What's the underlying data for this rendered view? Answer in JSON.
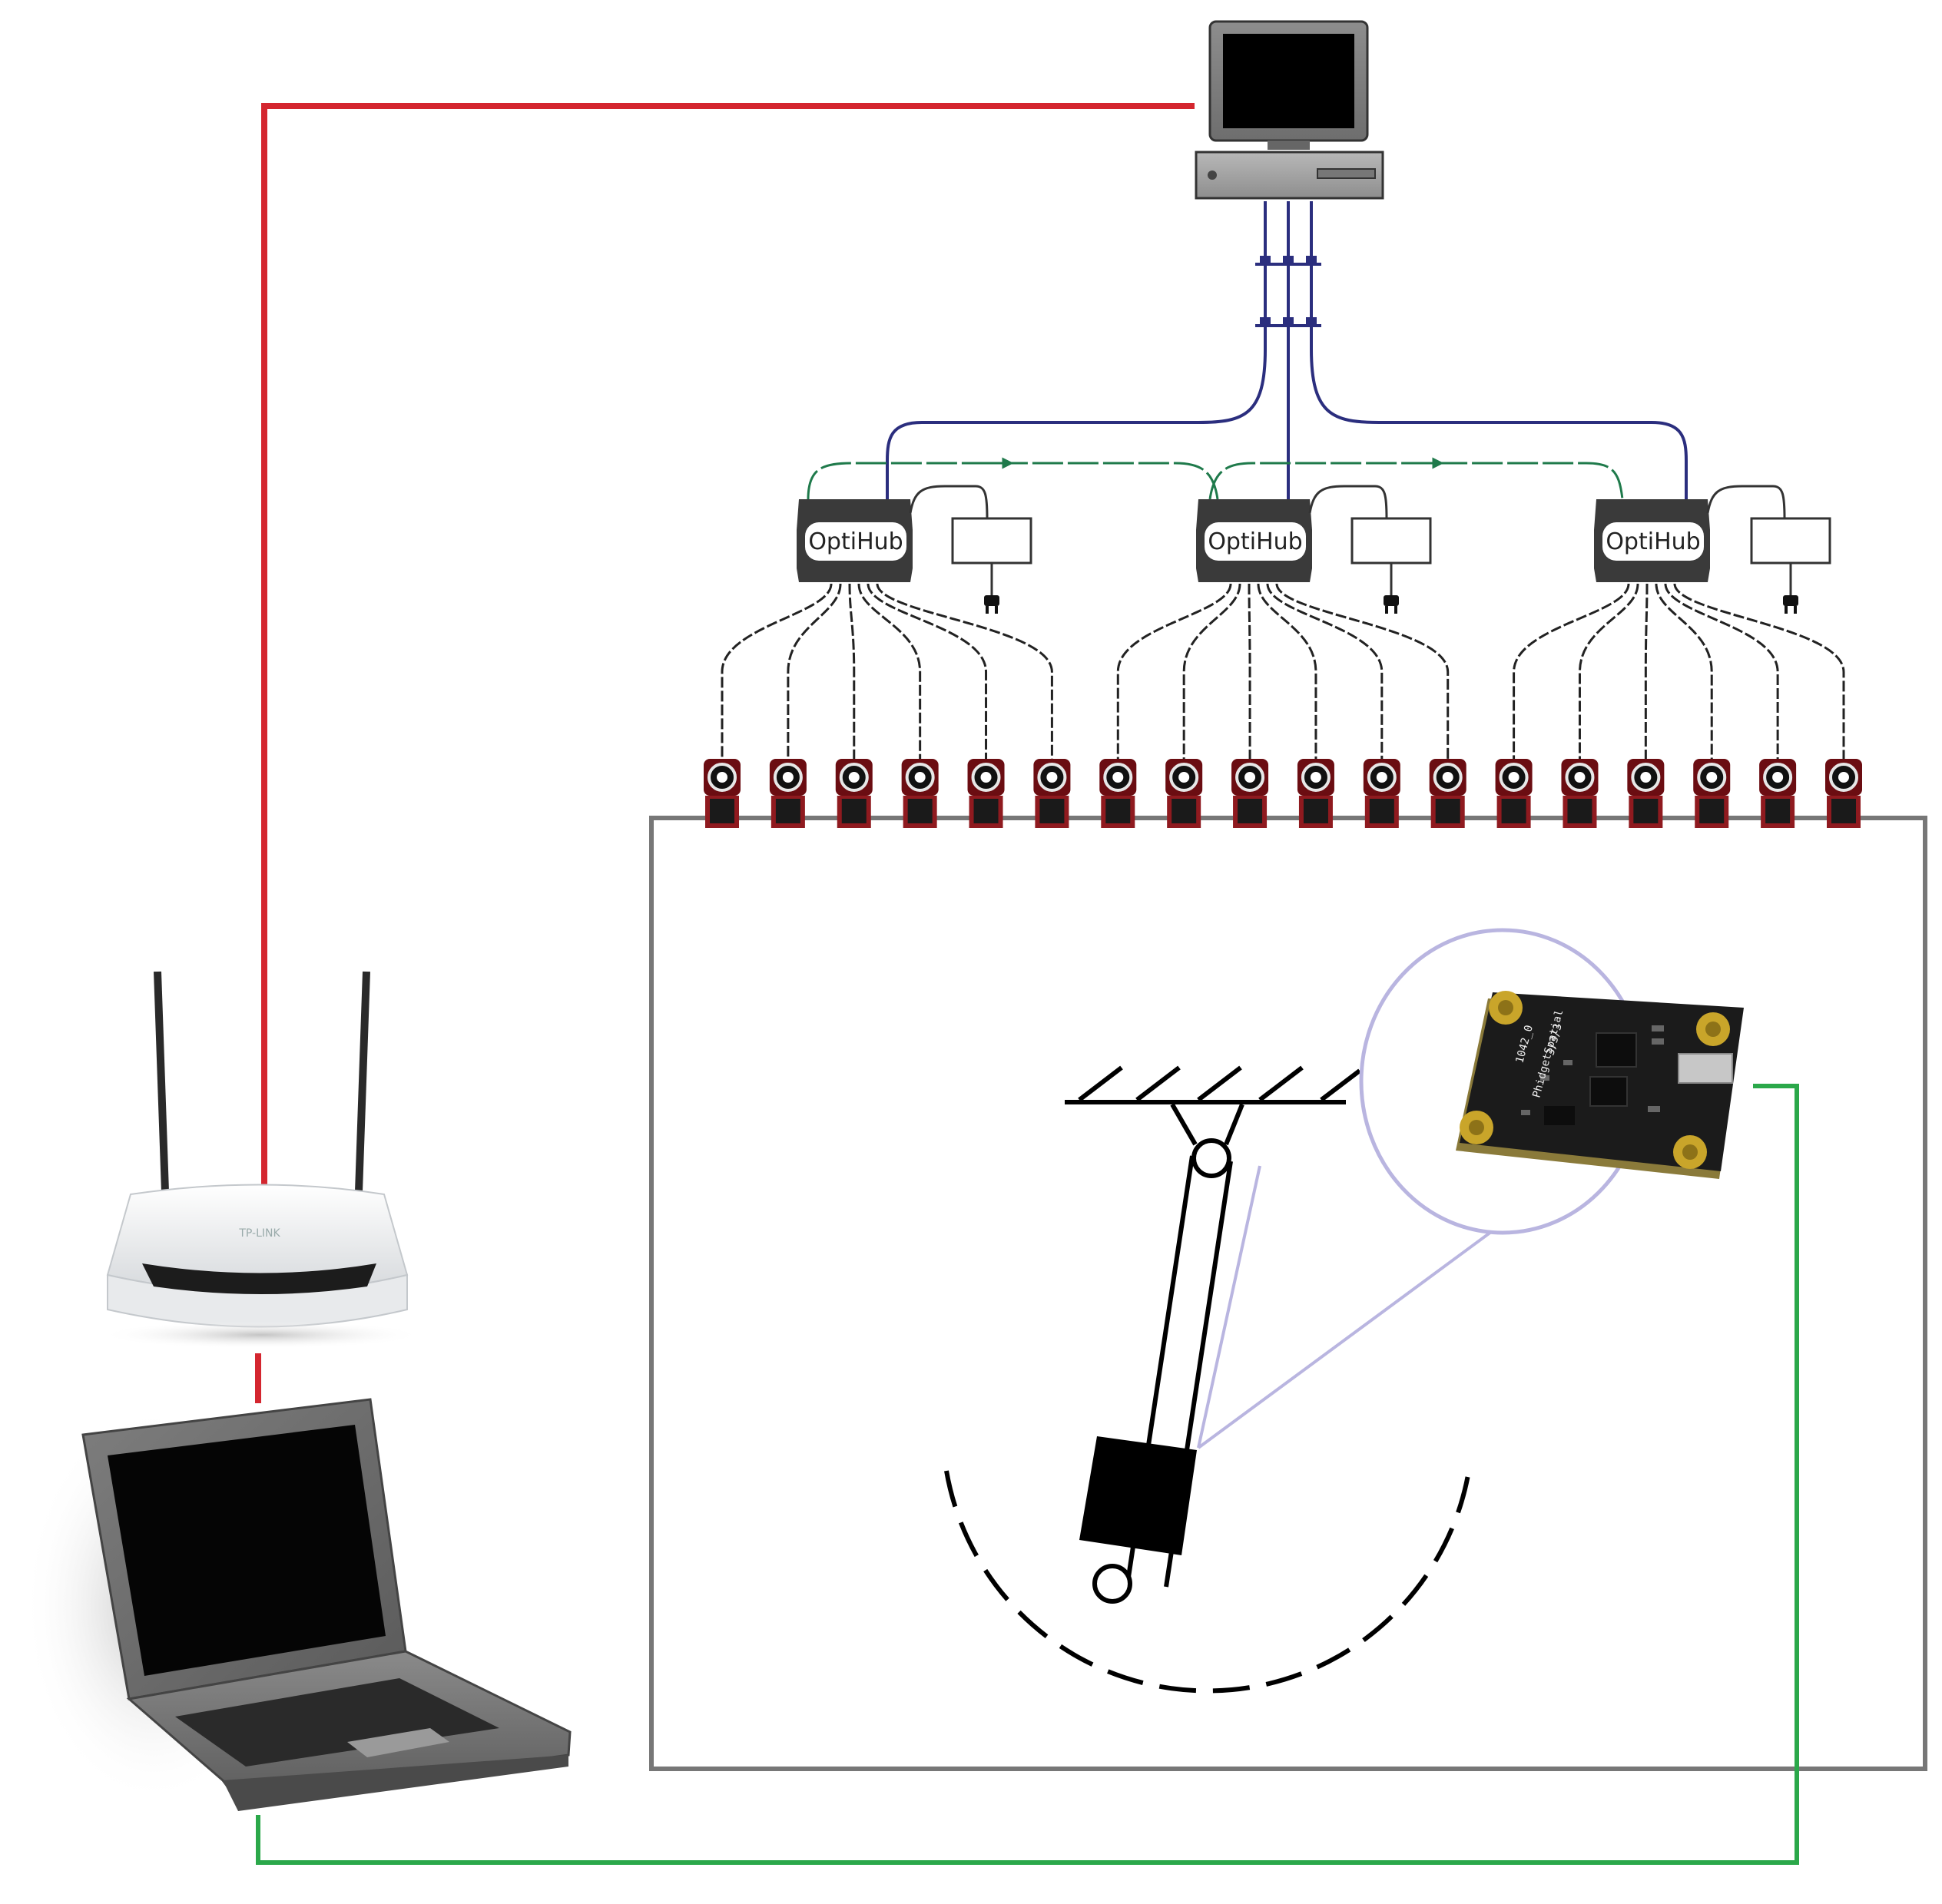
{
  "hubs": [
    {
      "label": "OptiHub"
    },
    {
      "label": "OptiHub"
    },
    {
      "label": "OptiHub"
    }
  ],
  "camera_count": 18,
  "router": {
    "brand": "TP-LINK"
  },
  "sensor_chip": {
    "markings": [
      "1042_0",
      "PhidgetSpatial",
      "3/3/3"
    ]
  },
  "colors": {
    "ethernet_link": "#d4262f",
    "usb_link": "#2ba84a",
    "hub_usb": "#2b2e7e",
    "sync_link": "#1f7a4b",
    "magnifier": "#b9b5e0",
    "frame": "#777777"
  },
  "icons": [
    "desktop-computer-icon",
    "wifi-router-icon",
    "laptop-icon",
    "mocap-camera-icon",
    "power-plug-icon",
    "imu-sensor-board-icon"
  ]
}
